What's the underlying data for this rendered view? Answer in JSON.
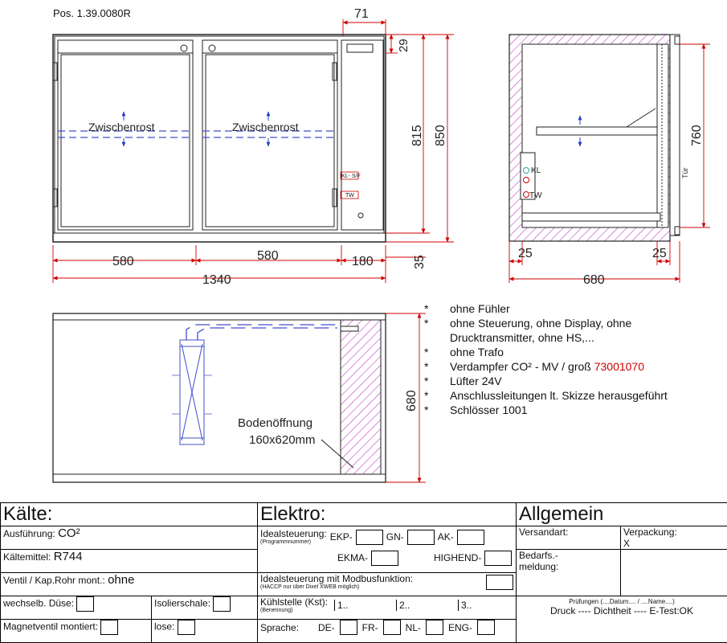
{
  "header": {
    "position": "Pos. 1.39.0080R"
  },
  "front_view": {
    "dims": {
      "top_width": "71",
      "top_height": "29",
      "height_inner": "815",
      "height_total": "850",
      "plinth": "35",
      "width_1": "580",
      "width_2": "580",
      "width_3": "180",
      "width_total": "1340"
    },
    "labels": {
      "shelf_left": "Zwischenrost",
      "shelf_right": "Zwischenrost",
      "kl_sf": "KL- S/F",
      "tw": "TW"
    }
  },
  "side_view": {
    "dims": {
      "height": "760",
      "left": "25",
      "right": "25",
      "width": "680"
    },
    "labels": {
      "kl": "KL",
      "tw": "TW",
      "door": "Tür"
    }
  },
  "top_view": {
    "dims": {
      "depth": "680"
    },
    "labels": {
      "opening_title": "Bodenöffnung",
      "opening_size": "160x620mm"
    }
  },
  "notes": [
    {
      "text": "ohne Fühler"
    },
    {
      "text": "ohne Steuerung, ohne Display, ohne Drucktransmitter, ohne HS,..."
    },
    {
      "text": "ohne Trafo"
    },
    {
      "text": "Verdampfer CO² - MV / groß ",
      "highlight": "73001070"
    },
    {
      "text": "Lüfter 24V"
    },
    {
      "text": "Anschlussleitungen lt. Skizze herausgeführt"
    },
    {
      "text": "Schlösser 1001"
    }
  ],
  "star": "*",
  "form": {
    "kaelte": {
      "title": "Kälte:",
      "ausfuehrung_label": "Ausführung:",
      "ausfuehrung_value": "CO²",
      "kaeltemittel_label": "Kältemittel:",
      "kaeltemittel_value": "R744",
      "ventil_label": "Ventil / Kap.Rohr mont.:",
      "ventil_value": "ohne",
      "wechsel_label": "wechselb. Düse:",
      "isolier_label": "Isolierschale:",
      "magnet_label": "Magnetventil montiert:",
      "lose_label": "lose:"
    },
    "elektro": {
      "title": "Elektro:",
      "ideal_label": "Idealsteuerung:",
      "ideal_note": "(Programmnummer)",
      "ekp": "EKP-",
      "gn": "GN-",
      "ak": "AK-",
      "ekma": "EKMA-",
      "highend": "HIGHEND-",
      "modbus_label": "Idealsteuerung mit Modbusfunktion:",
      "modbus_note": "(HACCP nur über Dixel XWEB möglich)",
      "kuehl_label": "Kühlstelle (Kst):",
      "kuehl_note": "(Benennung)",
      "k1": "1..",
      "k2": "2..",
      "k3": "3..",
      "sprache_label": "Sprache:",
      "de": "DE-",
      "fr": "FR-",
      "nl": "NL-",
      "eng": "ENG-"
    },
    "allgemein": {
      "title": "Allgemein",
      "versand_label": "Versandart:",
      "verpackung_label": "Verpackung:",
      "verpackung_value": "X",
      "bedarf_label_1": "Bedarfs.-",
      "bedarf_label_2": "meldung:",
      "pruef_line1": "Prüfungen (....Datum.... / ....Name....)",
      "pruef_line2": "Druck ----  Dichtheit ---- E-Test:OK"
    }
  }
}
